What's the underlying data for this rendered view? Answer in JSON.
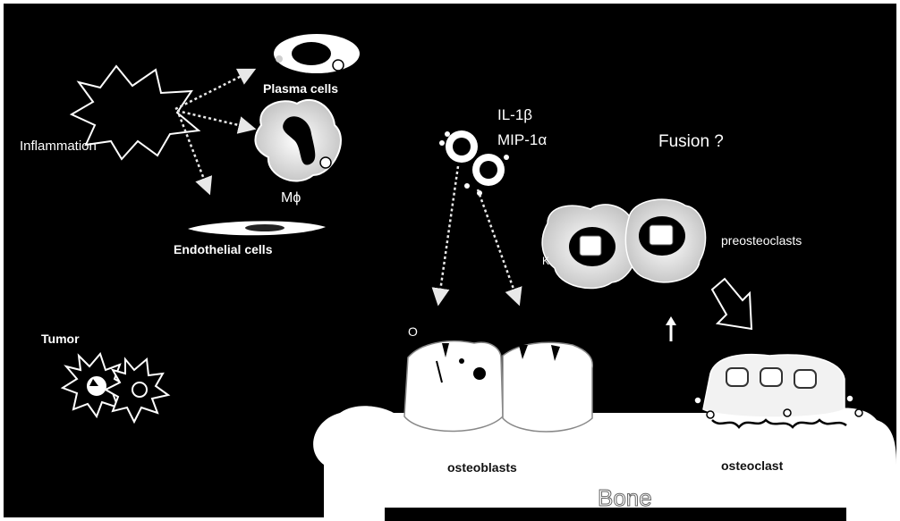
{
  "labels": {
    "inflammation": "Inflammation",
    "plasma_cells": "Plasma cells",
    "macrophage": "Mϕ",
    "endothelial_cells": "Endothelial cells",
    "tumor": "Tumor",
    "cytokine_1": "IL-1β",
    "cytokine_2": "MIP-1α",
    "fusion": "Fusion ?",
    "preosteoclasts": "preosteoclasts",
    "osteoblasts": "osteoblasts",
    "osteoclast": "osteoclast",
    "bone": "Bone",
    "marker_o": "O",
    "marker_k": "K"
  },
  "colors": {
    "background": "#000000",
    "foreground": "#ffffff",
    "dotted_arrow": "#e8e8e8"
  }
}
